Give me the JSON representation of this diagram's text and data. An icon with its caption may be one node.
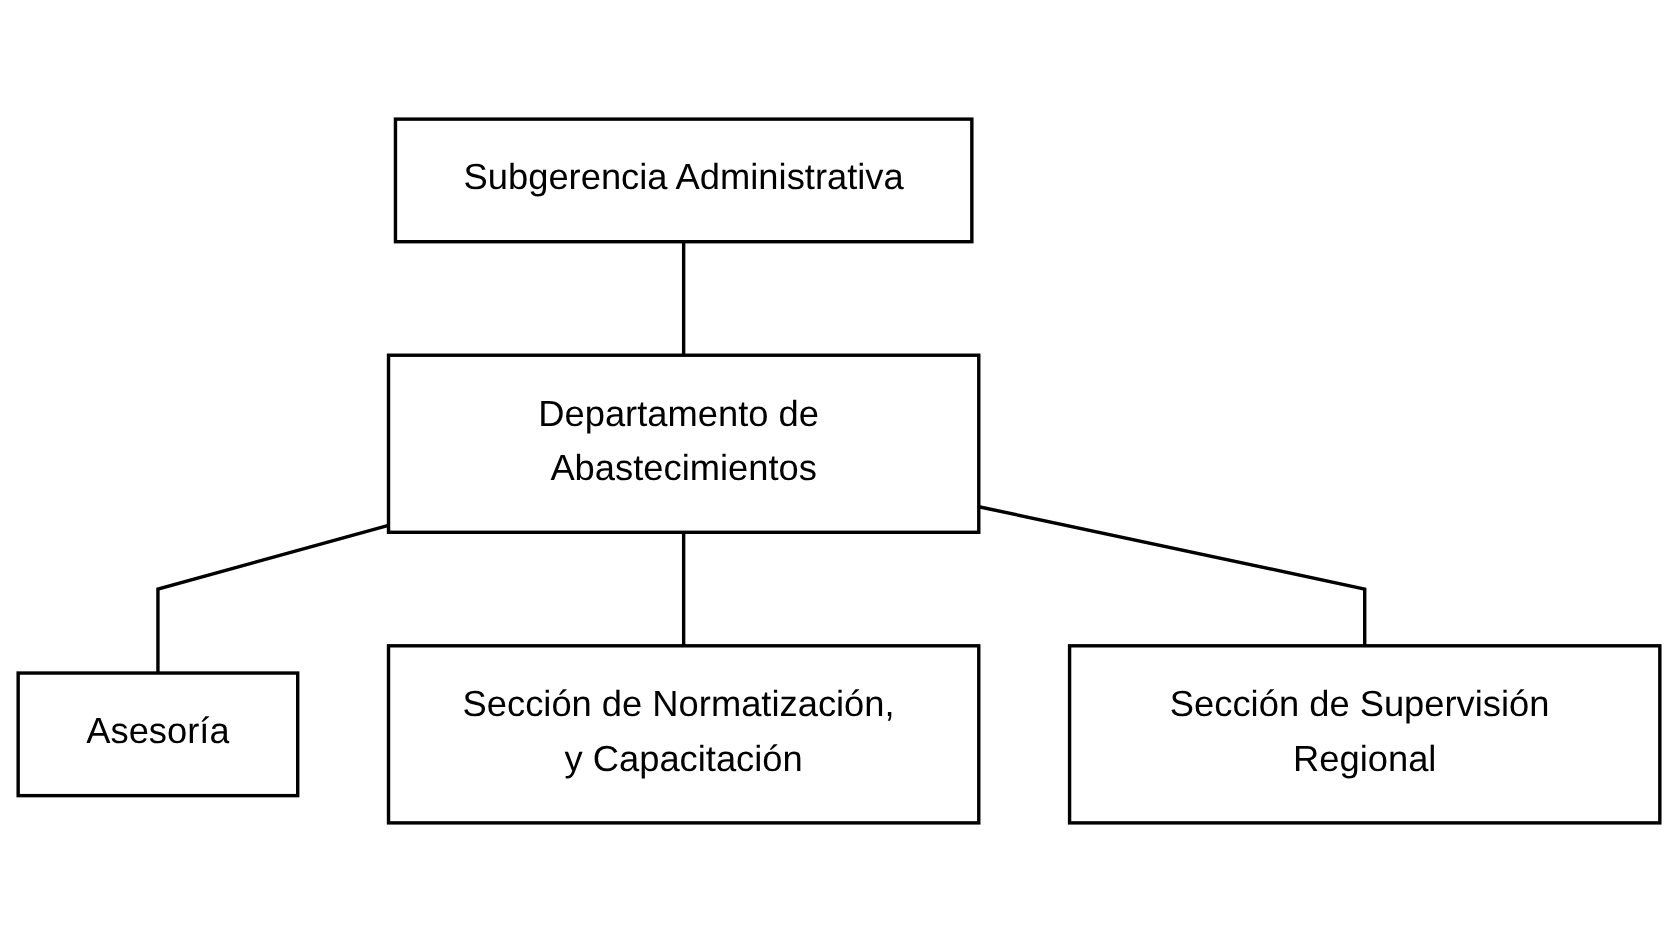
{
  "diagram": {
    "nodes": [
      {
        "text": [
          "Subgerencia Administrativa"
        ]
      },
      {
        "text": [
          "Departamento de Abastecimientos"
        ]
      },
      {
        "text": [
          "Asesoría"
        ]
      },
      {
        "text": [
          "Sección de Normatización, y Capacitación"
        ]
      },
      {
        "text": [
          "Sección de Supervisión Regional"
        ]
      }
    ],
    "edges": [
      {
        "from": 0,
        "to": 1,
        "arrow": "none"
      },
      {
        "from": 1,
        "to": 2,
        "arrow": "none"
      },
      {
        "from": 1,
        "to": 3,
        "arrow": "none"
      },
      {
        "from": 1,
        "to": 4,
        "arrow": "none"
      }
    ]
  }
}
